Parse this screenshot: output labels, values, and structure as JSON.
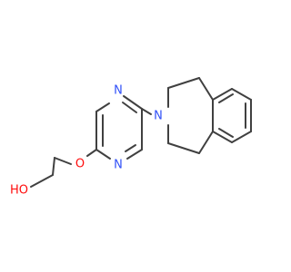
{
  "colors": {
    "background": "#ffffff",
    "bond": "#404040",
    "nitrogen": "#3050f8",
    "oxygen": "#ff0d0d"
  },
  "molecule": {
    "atom_labels": {
      "n_pyrazine_top": "N",
      "n_pyrazine_bottom": "N",
      "n_azepine": "N",
      "o_ether": "O",
      "oh": "HO"
    }
  }
}
